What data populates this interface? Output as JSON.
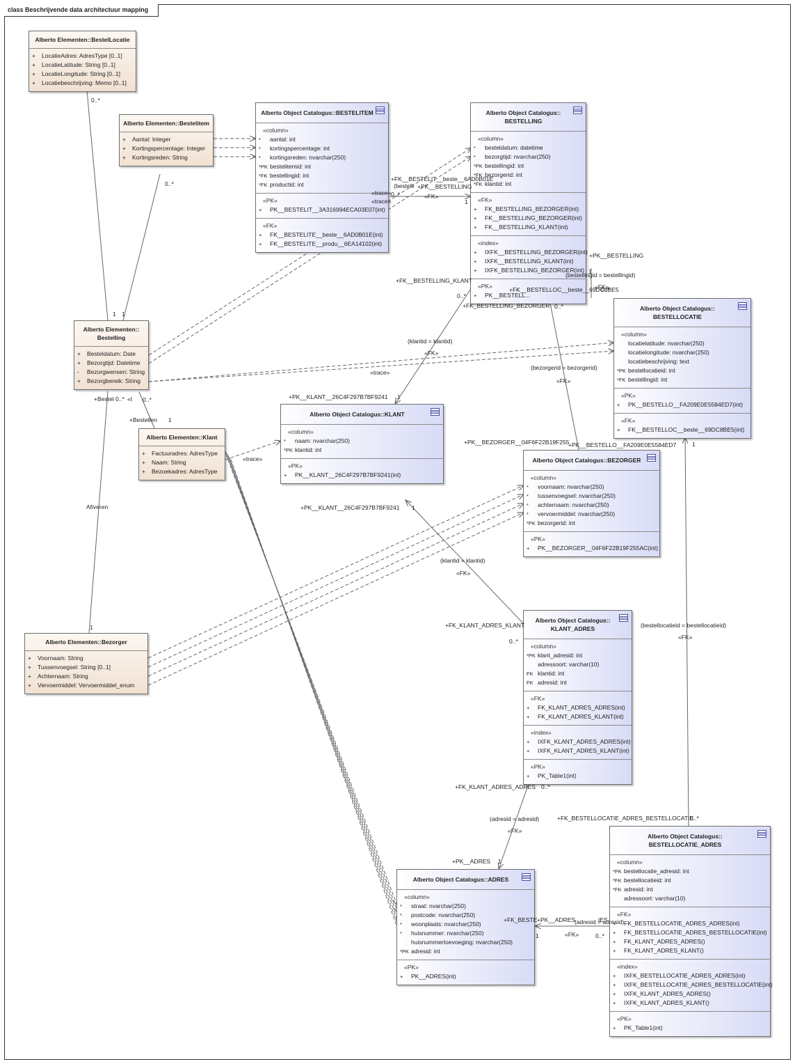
{
  "frame_title": "class Beschrijvende data architectuur mapping",
  "boxes": {
    "bestellocatie_el": {
      "title": "Alberto Elementen::BestelLocatie",
      "sections": [
        {
          "stereo": "",
          "rows": [
            {
              "v": "+",
              "t": "LocatieAdres: AdresType [0..1]"
            },
            {
              "v": "+",
              "t": "LocatieLatitude: String [0..1]"
            },
            {
              "v": "+",
              "t": "LocatieLongitude: String [0..1]"
            },
            {
              "v": "+",
              "t": "Locatiebeschrijving: Memo [0..1]"
            }
          ]
        }
      ]
    },
    "bestelitem_el": {
      "title": "Alberto Elementen::Bestelitem",
      "sections": [
        {
          "stereo": "",
          "rows": [
            {
              "v": "+",
              "t": "Aantal: Integer"
            },
            {
              "v": "+",
              "t": "Kortingspercentage: Integer"
            },
            {
              "v": "+",
              "t": "Kortingsreden: String"
            }
          ]
        }
      ]
    },
    "bestelling_el": {
      "title": "Alberto Elementen::\nBestelling",
      "sections": [
        {
          "stereo": "",
          "rows": [
            {
              "v": "+",
              "t": "Besteldatum: Date"
            },
            {
              "v": "+",
              "t": "Bezorgtijd: Datetime"
            },
            {
              "v": "-",
              "t": "Bezorgwensen: String"
            },
            {
              "v": "+",
              "t": "Bezorgbereik: String"
            }
          ]
        }
      ]
    },
    "klant_el": {
      "title": "Alberto Elementen::Klant",
      "sections": [
        {
          "stereo": "",
          "rows": [
            {
              "v": "+",
              "t": "Factuuradres: AdresType"
            },
            {
              "v": "+",
              "t": "Naam: String"
            },
            {
              "v": "+",
              "t": "Bezoekadres: AdresType"
            }
          ]
        }
      ]
    },
    "bezorger_el": {
      "title": "Alberto Elementen::Bezorger",
      "sections": [
        {
          "stereo": "",
          "rows": [
            {
              "v": "+",
              "t": "Voornaam: String"
            },
            {
              "v": "+",
              "t": "Tussenvoegsel: String [0..1]"
            },
            {
              "v": "+",
              "t": "Achternaam: String"
            },
            {
              "v": "+",
              "t": "Vervoermiddel: Vervoermiddel_enum"
            }
          ]
        }
      ]
    },
    "bestelitem_tb": {
      "title": "Alberto Object Catalogus::BESTELITEM",
      "sections": [
        {
          "stereo": "«column»",
          "rows": [
            {
              "v": "*",
              "t": "aantal: int"
            },
            {
              "v": "*",
              "t": "kortingspercentage: int"
            },
            {
              "v": "*",
              "t": "kortingsreden: nvarchar(250)"
            },
            {
              "v": "*PK",
              "t": "bestelitemid: int"
            },
            {
              "v": "*FK",
              "t": "bestellingid: int"
            },
            {
              "v": "*FK",
              "t": "productid: int"
            }
          ]
        },
        {
          "stereo": "«PK»",
          "rows": [
            {
              "v": "+",
              "t": "PK__BESTELIT__3A316994ECA03E07(int)"
            }
          ],
          "stereo2": "«FK»",
          "rows2": [
            {
              "v": "+",
              "t": "FK__BESTELITE__beste__6AD0B01E(int)"
            },
            {
              "v": "+",
              "t": "FK__BESTELITE__produ__6EA14102(int)"
            }
          ]
        }
      ]
    },
    "bestelling_tb": {
      "title": "Alberto Object Catalogus::\nBESTELLING",
      "sections": [
        {
          "stereo": "«column»",
          "rows": [
            {
              "v": "*",
              "t": "besteldatum: datetime"
            },
            {
              "v": "*",
              "t": "bezorgtijd: nvarchar(250)"
            },
            {
              "v": "*PK",
              "t": "bestellingid: int"
            },
            {
              "v": "*FK",
              "t": "bezorgerid: int"
            },
            {
              "v": "*FK",
              "t": "klantid: int"
            }
          ]
        },
        {
          "stereo": "«FK»",
          "rows": [
            {
              "v": "+",
              "t": "FK_BESTELLING_BEZORGER(int)"
            },
            {
              "v": "+",
              "t": "FK__BESTELLING_BEZORGER(int)"
            },
            {
              "v": "+",
              "t": "FK__BESTELLING_KLANT(int)"
            }
          ],
          "stereo2": "«index»",
          "rows2": [
            {
              "v": "+",
              "t": "IXFK__BESTELLING_BEZORGER(int)"
            },
            {
              "v": "+",
              "t": "IXFK__BESTELLING_KLANT(int)"
            },
            {
              "v": "+",
              "t": "IXFK_BESTELLING_BEZORGER(int)"
            }
          ],
          "stereo3": "«PK»",
          "rows3": [
            {
              "v": "+",
              "t": "PK__BESTELL..."
            }
          ]
        }
      ]
    },
    "bestellocatie_tb": {
      "title": "Alberto Object Catalogus::\nBESTELLOCATIE",
      "sections": [
        {
          "stereo": "«column»",
          "rows": [
            {
              "v": "",
              "t": "locatielatitude: nvarchar(250)"
            },
            {
              "v": "",
              "t": "locatielongitude: nvarchar(250)"
            },
            {
              "v": "",
              "t": "locatiebeschrijving: text"
            },
            {
              "v": "*PK",
              "t": "bestellocatieid: int"
            },
            {
              "v": "*FK",
              "t": "bestellingid: int"
            }
          ]
        },
        {
          "stereo": "«PK»",
          "rows": [
            {
              "v": "+",
              "t": "PK__BESTELLO__FA209E0E5584ED7(int)"
            }
          ],
          "stereo2": "«FK»",
          "rows2": [
            {
              "v": "+",
              "t": "FK__BESTELLOC__beste__69DC8BE5(int)"
            }
          ]
        }
      ]
    },
    "klant_tb": {
      "title": "Alberto Object Catalogus::KLANT",
      "sections": [
        {
          "stereo": "«column»",
          "rows": [
            {
              "v": "*",
              "t": "naam: nvarchar(250)"
            },
            {
              "v": "*PK",
              "t": "klantid: int"
            }
          ]
        },
        {
          "stereo": "«PK»",
          "rows": [
            {
              "v": "+",
              "t": "PK__KLANT__26C4F297B7BF9241(int)"
            }
          ]
        }
      ]
    },
    "bezorger_tb": {
      "title": "Alberto Object Catalogus::BEZORGER",
      "sections": [
        {
          "stereo": "«column»",
          "rows": [
            {
              "v": "*",
              "t": "voornaam: nvarchar(250)"
            },
            {
              "v": "*",
              "t": "tussenvoegsel: nvarchar(250)"
            },
            {
              "v": "*",
              "t": "achternaam: nvarchar(250)"
            },
            {
              "v": "*",
              "t": "vervoermiddel: nvarchar(250)"
            },
            {
              "v": "*PK",
              "t": "bezorgerid: int"
            }
          ]
        },
        {
          "stereo": "«PK»",
          "rows": [
            {
              "v": "+",
              "t": "PK__BEZORGER__04F6F22B19F255AC(int)"
            }
          ]
        }
      ]
    },
    "klant_adres_tb": {
      "title": "Alberto Object Catalogus::\nKLANT_ADRES",
      "sections": [
        {
          "stereo": "«column»",
          "rows": [
            {
              "v": "*PK",
              "t": "klant_adresid: int"
            },
            {
              "v": "",
              "t": "adressoort: varchar(10)"
            },
            {
              "v": "FK",
              "t": "klantid: int"
            },
            {
              "v": "FK",
              "t": "adresid: int"
            }
          ]
        },
        {
          "stereo": "«FK»",
          "rows": [
            {
              "v": "+",
              "t": "FK_KLANT_ADRES_ADRES(int)"
            },
            {
              "v": "+",
              "t": "FK_KLANT_ADRES_KLANT(int)"
            }
          ],
          "stereo2": "«index»",
          "rows2": [
            {
              "v": "+",
              "t": "IXFK_KLANT_ADRES_ADRES(int)"
            },
            {
              "v": "+",
              "t": "IXFK_KLANT_ADRES_KLANT(int)"
            }
          ],
          "stereo3": "«PK»",
          "rows3": [
            {
              "v": "+",
              "t": "PK_Table1(int)"
            }
          ]
        }
      ]
    },
    "adres_tb": {
      "title": "Alberto Object Catalogus::ADRES",
      "sections": [
        {
          "stereo": "«column»",
          "rows": [
            {
              "v": "*",
              "t": "straat: nvarchar(250)"
            },
            {
              "v": "*",
              "t": "postcode: nvarchar(250)"
            },
            {
              "v": "*",
              "t": "woonplaats: nvarchar(250)"
            },
            {
              "v": "*",
              "t": "huisnummer: nvarchar(250)"
            },
            {
              "v": "",
              "t": "huisnummertoevoeging: nvarchar(250)"
            },
            {
              "v": "*PK",
              "t": "adresid: int"
            }
          ]
        },
        {
          "stereo": "«PK»",
          "rows": [
            {
              "v": "+",
              "t": "PK__ADRES(int)"
            }
          ]
        }
      ]
    },
    "bestellocatie_adres_tb": {
      "title": "Alberto Object Catalogus::\nBESTELLOCATIE_ADRES",
      "sections": [
        {
          "stereo": "«column»",
          "rows": [
            {
              "v": "*PK",
              "t": "bestellocatie_adresid: int"
            },
            {
              "v": "*FK",
              "t": "bestellocatieid: int"
            },
            {
              "v": "*FK",
              "t": "adresid: int"
            },
            {
              "v": "",
              "t": "adressoort: varchar(10)"
            }
          ]
        },
        {
          "stereo": "«FK»",
          "rows": [
            {
              "v": "+",
              "t": "FK_BESTELLOCATIE_ADRES_ADRES(int)"
            },
            {
              "v": "+",
              "t": "FK_BESTELLOCATIE_ADRES_BESTELLOCATIE(int)"
            },
            {
              "v": "+",
              "t": "FK_KLANT_ADRES_ADRES()"
            },
            {
              "v": "+",
              "t": "FK_KLANT_ADRES_KLANT()"
            }
          ],
          "stereo2": "«index»",
          "rows2": [
            {
              "v": "+",
              "t": "IXFK_BESTELLOCATIE_ADRES_ADRES(int)"
            },
            {
              "v": "+",
              "t": "IXFK_BESTELLOCATIE_ADRES_BESTELLOCATIE(int)"
            },
            {
              "v": "+",
              "t": "IXFK_KLANT_ADRES_ADRES()"
            },
            {
              "v": "+",
              "t": "IXFK_KLANT_ADRES_KLANT()"
            }
          ],
          "stereo3": "«PK»",
          "rows3": [
            {
              "v": "+",
              "t": "PK_Table1(int)"
            }
          ]
        }
      ]
    }
  },
  "labels": [
    "0..*",
    "0..*",
    "1",
    "1",
    "+Bestel",
    "0..*",
    "«t",
    "0..*",
    "+Bestellen",
    "1",
    "Afiveren",
    "1",
    "+FK__BESTELIT__beste__6AD0B01E",
    "(bestelli",
    "0..*",
    "+PK__BESTELLING",
    "«FK»",
    "1",
    "«trace»",
    "«trace»",
    "«trace»",
    "+FK__BESTELLING_KLANT",
    "0..*",
    "+FK_BESTELLING_BEZORGER",
    "(klantid = klantid)",
    "«FK»",
    "+PK__KLANT__26C4F297B7BF9241",
    "1",
    "+PK__KLANT__26C4F297B7BF9241",
    "1",
    "+PK__BESTELLING",
    "(bestellingid = bestellingid)",
    "«FK»",
    "1",
    "0..*",
    "+FK__BESTELLOC__beste__69DC8BE5",
    "0..*",
    "(bezorgerid = bezorgerid)",
    "«FK»",
    "+PK__BEZORGER__04F6F22B19F255",
    "+PK__BESTELLO__FA209E0E5584ED7",
    "1",
    "(klantid = klantid)",
    "«FK»",
    "+FK_KLANT_ADRES_KLANT",
    "0..*",
    "(bestellocatieid = bestellocatieid)",
    "«FK»",
    "+FK_KLANT_ADRES_ADRES",
    "0..*",
    "(adresid = adresid)",
    "«FK»",
    "+PK__ADRES",
    "1",
    "+FK_BESTELLOCATIE_ADRES_BESTELLOCATIE",
    "0..*",
    "+FK_BESTE",
    "+PK__ADRES",
    "(adresid = adresid)",
    "«FK»",
    "1",
    "0..*",
    "IES",
    "«trace»"
  ]
}
